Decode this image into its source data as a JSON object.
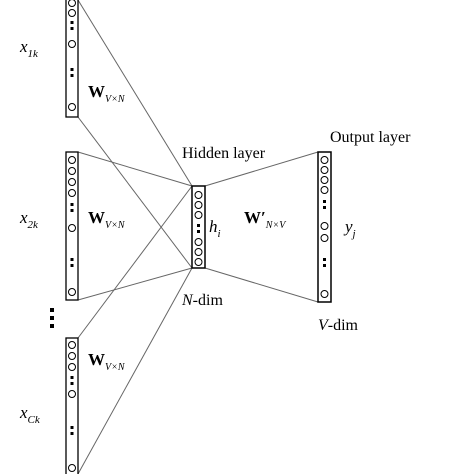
{
  "labels": {
    "hidden_layer": "Hidden layer",
    "output_layer": "Output layer",
    "n_dim_italic": "N",
    "n_dim_rest": "-dim",
    "v_dim_italic": "V",
    "v_dim_rest": "-dim"
  },
  "inputs": [
    {
      "var": "x",
      "sub": "1k",
      "weight_main": "W",
      "weight_sub": "V×N"
    },
    {
      "var": "x",
      "sub": "2k",
      "weight_main": "W",
      "weight_sub": "V×N"
    },
    {
      "var": "x",
      "sub": "Ck",
      "weight_main": "W",
      "weight_sub": "V×N"
    }
  ],
  "hidden": {
    "var": "h",
    "sub": "i"
  },
  "output_weight": {
    "main": "W′",
    "sub": "N×V"
  },
  "output": {
    "var": "y",
    "sub": "j"
  }
}
